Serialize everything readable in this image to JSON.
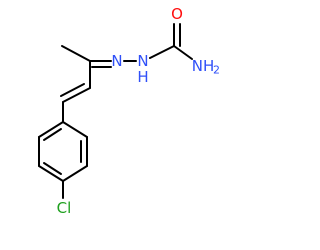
{
  "atoms": {
    "n1": "N",
    "n2": "N",
    "n2_h": "H",
    "oxygen": "O",
    "amine": "NH",
    "amine_sub": "2",
    "chlorine": "Cl"
  },
  "colors": {
    "bond": "#000000",
    "nitrogen": "#3050f8",
    "oxygen": "#ff0d0d",
    "chlorine": "#1fa01f"
  }
}
